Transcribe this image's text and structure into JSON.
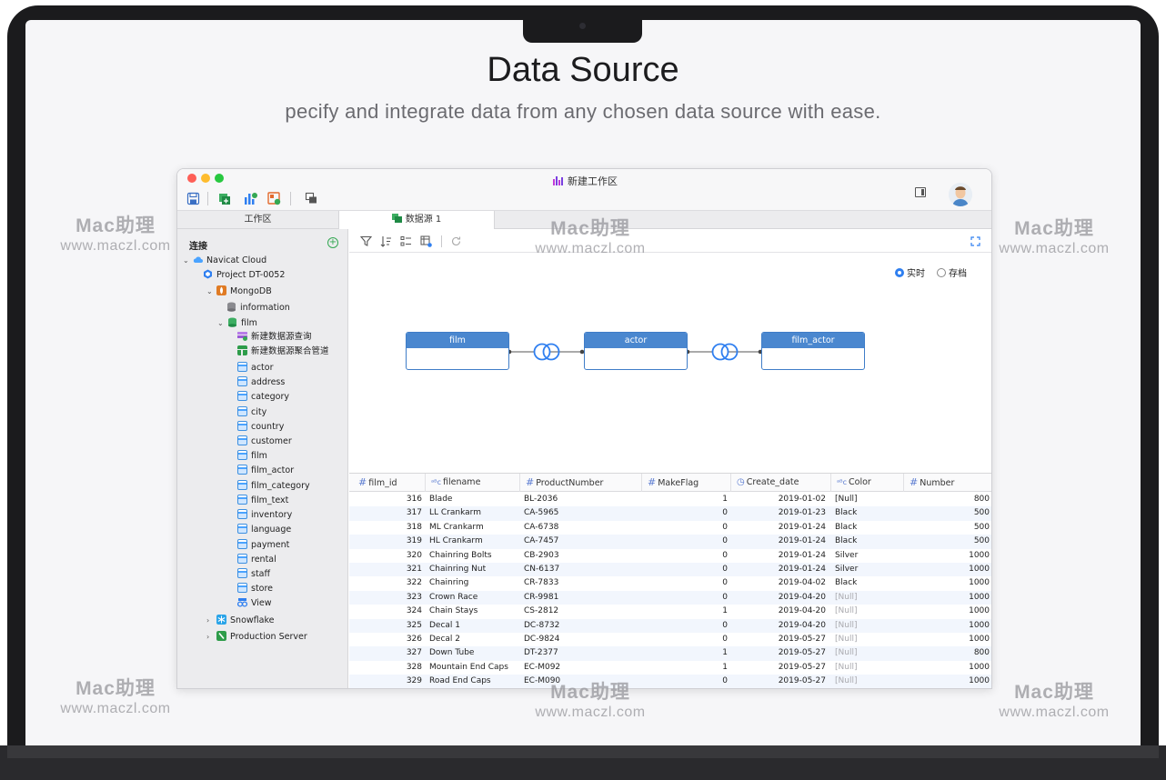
{
  "hero": {
    "title": "Data Source",
    "subtitle": "pecify and integrate data from any chosen data source with ease."
  },
  "window": {
    "title": "新建工作区",
    "tabs": [
      {
        "label": "工作区"
      },
      {
        "label": "数据源 1"
      }
    ]
  },
  "sidebar": {
    "header": "连接",
    "items": [
      {
        "label": "Navicat Cloud"
      },
      {
        "label": "Project DT-0052"
      },
      {
        "label": "MongoDB"
      },
      {
        "label": "information"
      },
      {
        "label": "film"
      },
      {
        "label": "新建数据源查询"
      },
      {
        "label": "新建数据源聚合管道"
      },
      {
        "label": "actor"
      },
      {
        "label": "address"
      },
      {
        "label": "category"
      },
      {
        "label": "city"
      },
      {
        "label": "country"
      },
      {
        "label": "customer"
      },
      {
        "label": "film"
      },
      {
        "label": "film_actor"
      },
      {
        "label": "film_category"
      },
      {
        "label": "film_text"
      },
      {
        "label": "inventory"
      },
      {
        "label": "language"
      },
      {
        "label": "payment"
      },
      {
        "label": "rental"
      },
      {
        "label": "staff"
      },
      {
        "label": "store"
      },
      {
        "label": "View"
      },
      {
        "label": "Snowflake"
      },
      {
        "label": "Production Server"
      }
    ]
  },
  "mode": {
    "realtime": "实时",
    "archive": "存档",
    "selected": "实时"
  },
  "diagram": {
    "nodes": [
      {
        "label": "film"
      },
      {
        "label": "actor"
      },
      {
        "label": "film_actor"
      }
    ]
  },
  "grid": {
    "columns": [
      {
        "label": "film_id"
      },
      {
        "label": "filename"
      },
      {
        "label": "ProductNumber"
      },
      {
        "label": "MakeFlag"
      },
      {
        "label": "Create_date"
      },
      {
        "label": "Color"
      },
      {
        "label": "Number"
      }
    ],
    "rows": [
      [
        "316",
        "Blade",
        "BL-2036",
        "1",
        "2019-01-02",
        "[Null]",
        "800"
      ],
      [
        "317",
        "LL Crankarm",
        "CA-5965",
        "0",
        "2019-01-23",
        "Black",
        "500"
      ],
      [
        "318",
        "ML Crankarm",
        "CA-6738",
        "0",
        "2019-01-24",
        "Black",
        "500"
      ],
      [
        "319",
        "HL Crankarm",
        "CA-7457",
        "0",
        "2019-01-24",
        "Black",
        "500"
      ],
      [
        "320",
        "Chainring Bolts",
        "CB-2903",
        "0",
        "2019-01-24",
        "Silver",
        "1000"
      ],
      [
        "321",
        "Chainring Nut",
        "CN-6137",
        "0",
        "2019-01-24",
        "Silver",
        "1000"
      ],
      [
        "322",
        "Chainring",
        "CR-7833",
        "0",
        "2019-04-02",
        "Black",
        "1000"
      ],
      [
        "323",
        "Crown Race",
        "CR-9981",
        "0",
        "2019-04-20",
        "[Null]",
        "1000"
      ],
      [
        "324",
        "Chain Stays",
        "CS-2812",
        "1",
        "2019-04-20",
        "[Null]",
        "1000"
      ],
      [
        "325",
        "Decal 1",
        "DC-8732",
        "0",
        "2019-04-20",
        "[Null]",
        "1000"
      ],
      [
        "326",
        "Decal 2",
        "DC-9824",
        "0",
        "2019-05-27",
        "[Null]",
        "1000"
      ],
      [
        "327",
        "Down Tube",
        "DT-2377",
        "1",
        "2019-05-27",
        "[Null]",
        "800"
      ],
      [
        "328",
        "Mountain End Caps",
        "EC-M092",
        "1",
        "2019-05-27",
        "[Null]",
        "1000"
      ],
      [
        "329",
        "Road End Caps",
        "EC-M090",
        "0",
        "2019-05-27",
        "[Null]",
        "1000"
      ]
    ]
  },
  "watermark": {
    "brand": "Mac助理",
    "url": "www.maczl.com"
  },
  "colors": {
    "accent": "#2f7ff0",
    "node_header": "#4a87cf",
    "null_text": "#a9a9ae"
  }
}
